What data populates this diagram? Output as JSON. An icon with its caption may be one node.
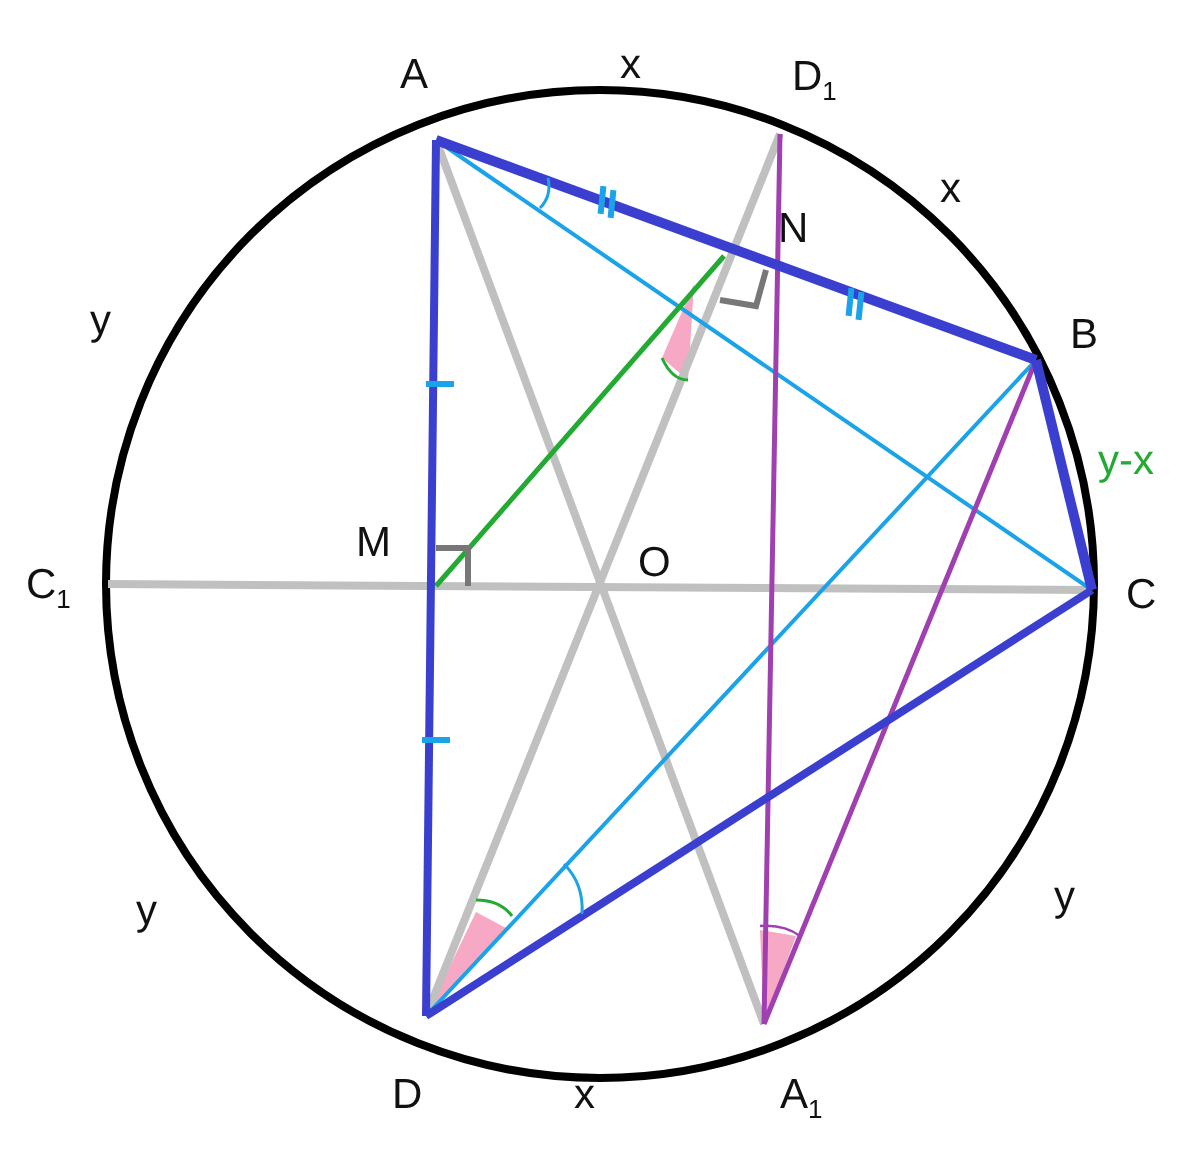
{
  "diagram": {
    "labels": [
      "A",
      "x",
      "D$_{1}$",
      "x",
      "N",
      "y",
      "B",
      "y-x",
      "M",
      "O",
      "C$_{1}$",
      "C",
      "y",
      "y",
      "D",
      "x",
      "A$_{1}$"
    ]
  }
}
